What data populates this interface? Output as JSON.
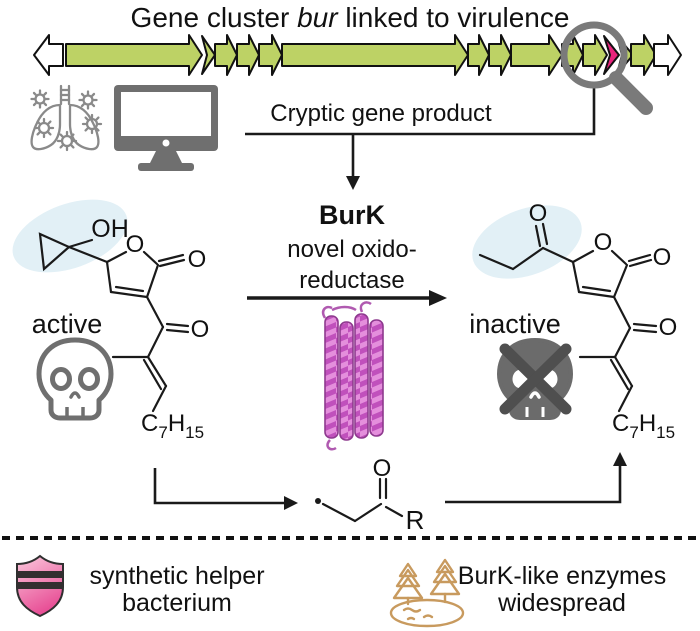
{
  "title": {
    "prefix": "Gene cluster ",
    "gene_name": "bur",
    "suffix": " linked to virulence"
  },
  "flow": {
    "cryptic_label": "Cryptic gene product"
  },
  "enzyme": {
    "name": "BurK",
    "desc_line1": "novel oxido-",
    "desc_line2": "reductase"
  },
  "compounds": {
    "left_state": "active",
    "right_state": "inactive",
    "hydroxyl": "OH",
    "oxygen": "O",
    "r_group": "R",
    "chain": {
      "C": "C",
      "n7": "7",
      "H": "H",
      "n15": "15"
    }
  },
  "legend": {
    "left_line1": "synthetic helper",
    "left_line2": "bacterium",
    "right_line1": "BurK-like enzymes",
    "right_line2": "widespread"
  },
  "icons": {
    "lungs": "infected-lungs-icon",
    "monitor": "computer-monitor-icon",
    "magnifier": "magnifying-glass-icon",
    "skull": "skull-icon",
    "crossed_skull": "crossed-skull-icon",
    "shield": "striped-shield-icon",
    "trees": "trees-pond-icon",
    "protein": "protein-helix-ribbon"
  },
  "colors": {
    "gene_green": "#bdd265",
    "gene_pink": "#e8247c",
    "icon_gray": "#6f6f6f",
    "magnifier_gray": "#7a7a7a",
    "highlight_blue": "#e2f0f6",
    "helix_light": "#e48fdc",
    "helix_dark": "#c050bc",
    "helix_outline": "#8e3a8e",
    "shield_light": "#fbc9dd",
    "shield_dark": "#e84f96",
    "shield_stripe": "#332f30",
    "tree_tan": "#c89a5e",
    "bond_black": "#1a1a1a"
  }
}
